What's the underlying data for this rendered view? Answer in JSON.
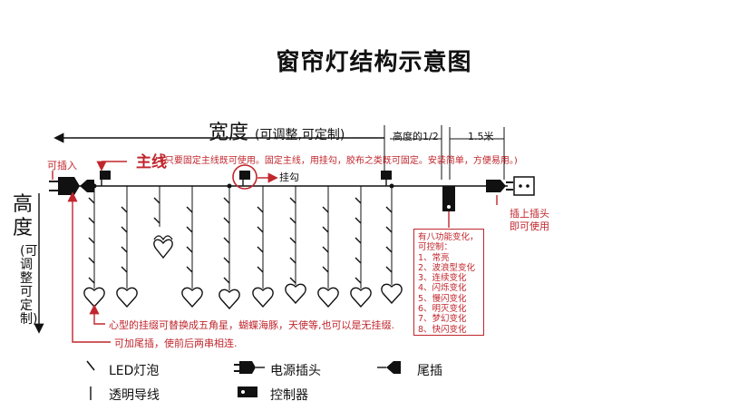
{
  "title": "窗帘灯结构示意图",
  "width_label": {
    "main": "宽度",
    "paren": "(可调整,可定制)"
  },
  "height_half_label": "高度的1/2",
  "length_label": "1.5米",
  "plug_in_label": "可插入",
  "main_line": {
    "label": "主线",
    "note": "(只要固定主线既可使用。固定主线，用挂勾，胶布之类既可固定。安装简单，方便易用。)"
  },
  "hook_label": "挂勾",
  "height_label": {
    "main": "高度",
    "paren": "(可调整可定制)"
  },
  "plug_power_label": [
    "插上插头",
    "即可使用"
  ],
  "controller_modes": {
    "intro": [
      "有八功能变化，",
      "可控制："
    ],
    "items": [
      "1、常亮",
      "2、波浪型变化",
      "3、连续变化",
      "4、闪烁变化",
      "5、慢闪变化",
      "6、明灭变化",
      "7、梦幻变化",
      "8、快闪变化"
    ]
  },
  "notes": {
    "heart": "心型的挂缀可替换成五角星，蝴蝶海豚，天使等,也可以是无挂缀.",
    "tail": "可加尾插，使前后两串相连."
  },
  "legend": {
    "led": "LED灯泡",
    "power_plug": "电源插头",
    "tail_plug": "尾插",
    "wire": "透明导线",
    "controller": "控制器"
  },
  "colors": {
    "accent_red": "#c0262d",
    "line": "#111111"
  }
}
